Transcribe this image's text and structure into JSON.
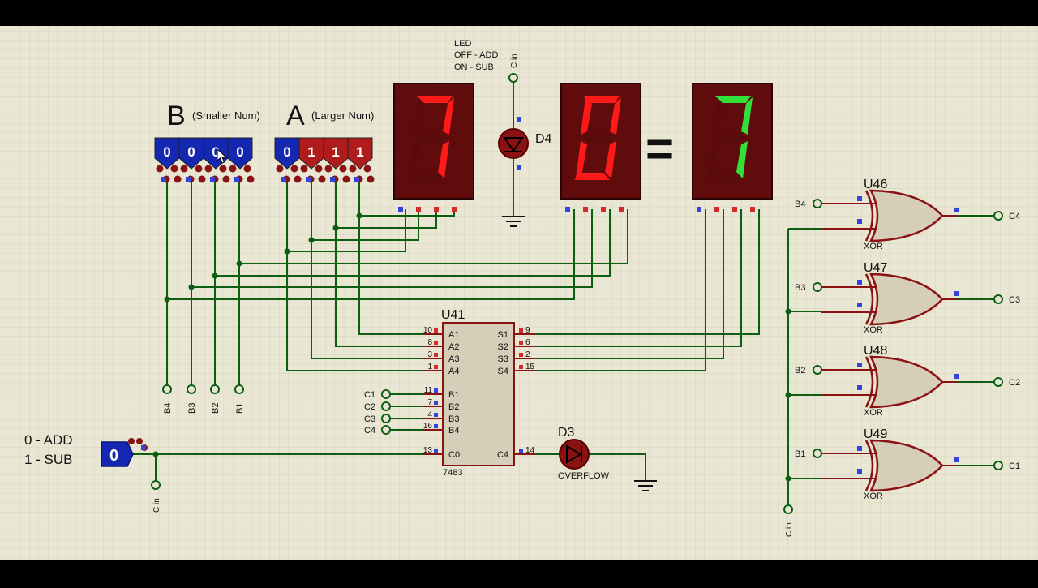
{
  "labels": {
    "b_title": "B",
    "b_sub": "(Smaller Num)",
    "a_title": "A",
    "a_sub": "(Larger Num)",
    "led_note_1": "LED",
    "led_note_2": "OFF - ADD",
    "led_note_3": "ON  - SUB",
    "cin_top": "C in",
    "cin_bottom": "C in",
    "cin_right": "C in",
    "mode_1": "0 - ADD",
    "mode_2": "1 - SUB",
    "equals": "=",
    "b4": "B4",
    "b3": "B3",
    "b2": "B2",
    "b1": "B1"
  },
  "switches": {
    "b_bits": [
      "0",
      "0",
      "0",
      "0"
    ],
    "a_bits": [
      "0",
      "1",
      "1",
      "1"
    ],
    "mode_bit": "0"
  },
  "displays": {
    "display_a": "7",
    "display_b": "0",
    "display_result": "7"
  },
  "led_d4": {
    "ref": "D4"
  },
  "led_d3": {
    "ref": "D3",
    "label": "OVERFLOW"
  },
  "adder": {
    "ref": "U41",
    "part": "7483",
    "left_pins": [
      {
        "num": "10",
        "name": "A1"
      },
      {
        "num": "8",
        "name": "A2"
      },
      {
        "num": "3",
        "name": "A3"
      },
      {
        "num": "1",
        "name": "A4"
      },
      {
        "num": "11",
        "name": "B1"
      },
      {
        "num": "7",
        "name": "B2"
      },
      {
        "num": "4",
        "name": "B3"
      },
      {
        "num": "16",
        "name": "B4"
      },
      {
        "num": "13",
        "name": "C0"
      }
    ],
    "right_pins": [
      {
        "num": "9",
        "name": "S1"
      },
      {
        "num": "6",
        "name": "S2"
      },
      {
        "num": "2",
        "name": "S3"
      },
      {
        "num": "15",
        "name": "S4"
      },
      {
        "num": "14",
        "name": "C4"
      }
    ],
    "c_inputs": [
      "C1",
      "C2",
      "C3",
      "C4"
    ]
  },
  "xor_gates": [
    {
      "ref": "U46",
      "type": "XOR",
      "input": "B4",
      "output": "C4"
    },
    {
      "ref": "U47",
      "type": "XOR",
      "input": "B3",
      "output": "C3"
    },
    {
      "ref": "U48",
      "type": "XOR",
      "input": "B2",
      "output": "C2"
    },
    {
      "ref": "U49",
      "type": "XOR",
      "input": "B1",
      "output": "C1"
    }
  ],
  "colors": {
    "background": "#e9e7d3",
    "grid": "#d6d3bb",
    "wire": "#0b5e12",
    "component": "#8a1212",
    "body_fill": "#d7ceba",
    "switch_blue": "#1427b0",
    "switch_red": "#b01c1c",
    "seg_off": "#5a0c0c",
    "seg_red": "#ff1a1a",
    "seg_green": "#33e03a",
    "pin_red": "#d42a2a",
    "pin_blue": "#3344dd"
  }
}
